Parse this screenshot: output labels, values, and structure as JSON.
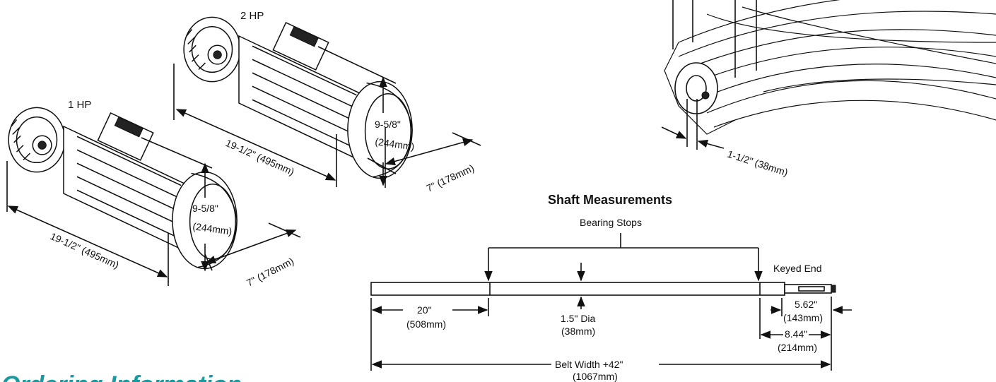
{
  "motors": {
    "hp2": {
      "title": "2 HP",
      "length": "19-1/2\" (495mm)",
      "height_top": "9-5/8\"",
      "height_bottom": "(244mm)",
      "width": "7\" (178mm)"
    },
    "hp1": {
      "title": "1 HP",
      "length": "19-1/2\" (495mm)",
      "height_top": "9-5/8\"",
      "height_bottom": "(244mm)",
      "width": "7\" (178mm)"
    }
  },
  "brush": {
    "stub_length": "1-1/2\" (38mm)"
  },
  "shaft": {
    "title": "Shaft Measurements",
    "bearing_stops": "Bearing Stops",
    "keyed_end": "Keyed End",
    "end_offset": "20\"",
    "end_offset_mm": "(508mm)",
    "diameter": "1.5\" Dia",
    "diameter_mm": "(38mm)",
    "key_length": "5.62\"",
    "key_length_mm": "(143mm)",
    "extension": "8.44\"",
    "extension_mm": "(214mm)",
    "overall": "Belt Width +42\"",
    "overall_mm": "(1067mm)"
  },
  "section_heading": "Ordering Information"
}
